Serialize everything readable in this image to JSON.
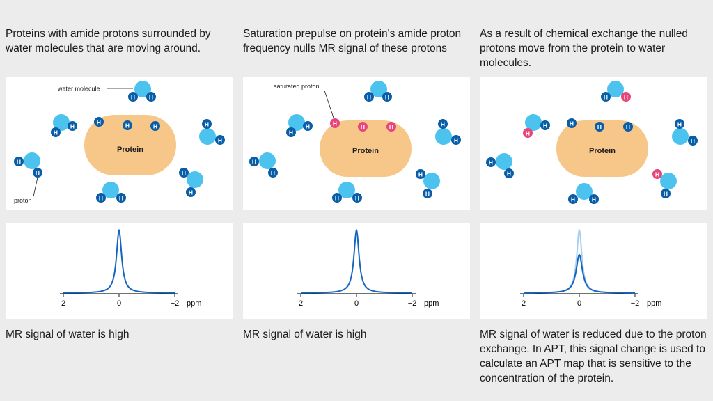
{
  "panels": [
    {
      "caption_top": "Proteins with amide protons surrounded by water molecules that are moving around.",
      "caption_bottom": "MR signal of water is high",
      "protein_label": "Protein",
      "callout_top": "water molecule",
      "callout_bottom": "proton",
      "atom_label": "H",
      "axis_ticks": [
        "2",
        "0",
        "−2"
      ],
      "axis_unit": "ppm",
      "peak_state": "high"
    },
    {
      "caption_top": "Saturation prepulse on protein's amide proton frequency nulls MR signal of these protons",
      "caption_bottom": "MR signal of water is high",
      "protein_label": "Protein",
      "callout_top": "saturated proton",
      "atom_label": "H",
      "axis_ticks": [
        "2",
        "0",
        "−2"
      ],
      "axis_unit": "ppm",
      "peak_state": "high"
    },
    {
      "caption_top": "As a result of chemical exchange the nulled protons move from the protein to water molecules.",
      "caption_bottom": "MR signal of water is reduced due to the proton exchange. In APT, this signal change is used to calculate an APT map that is sensitive to the concentration of the protein.",
      "protein_label": "Protein",
      "atom_label": "H",
      "axis_ticks": [
        "2",
        "0",
        "−2"
      ],
      "axis_unit": "ppm",
      "peak_state": "reduced"
    }
  ],
  "colors": {
    "background": "#ececec",
    "panel": "#ffffff",
    "protein": "#f7c78a",
    "oxygen": "#4cc3ef",
    "proton": "#0a5ea8",
    "saturated_proton": "#e8457a",
    "spectrum": "#1565c0",
    "spectrum_original": "#a9cdee"
  }
}
